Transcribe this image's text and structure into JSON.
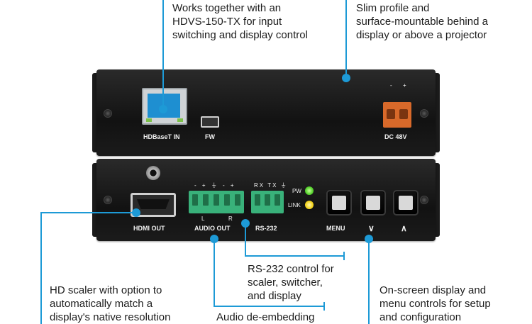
{
  "callouts": {
    "hdvs": [
      "Works together with an",
      "HDVS-150-TX for input",
      "switching and display control"
    ],
    "slim": [
      "Slim profile and",
      "surface-mountable behind a",
      "display or above a projector"
    ],
    "rs232": [
      "RS-232 control for",
      "scaler, switcher,",
      "and display"
    ],
    "scaler": [
      "HD scaler with option to",
      "automatically match a",
      "display's native resolution"
    ],
    "audio": [
      "Audio de-embedding"
    ],
    "osd": [
      "On-screen display and",
      "menu controls for setup",
      "and configuration"
    ]
  },
  "top_panel": {
    "hdbaset": "HDBaseT IN",
    "fw": "FW",
    "dc": "DC 48V",
    "dc_minus": "-",
    "dc_plus": "+"
  },
  "bottom_panel": {
    "hdmi_out": "HDMI OUT",
    "audio_out": "AUDIO OUT",
    "audio_pins": "- + ⏚ - +",
    "audio_l": "L",
    "audio_r": "R",
    "rs232": "RS-232",
    "rs232_pins": "RX TX ⏚",
    "pw": "PW",
    "link": "LINK",
    "menu": "MENU",
    "down": "∨",
    "up": "∧"
  },
  "colors": {
    "accent": "#1d9ad6",
    "pw_led": "#54d12c",
    "link_led": "#f2d21a",
    "terminal": "#39b17a",
    "dc_terminal": "#d8692a"
  }
}
